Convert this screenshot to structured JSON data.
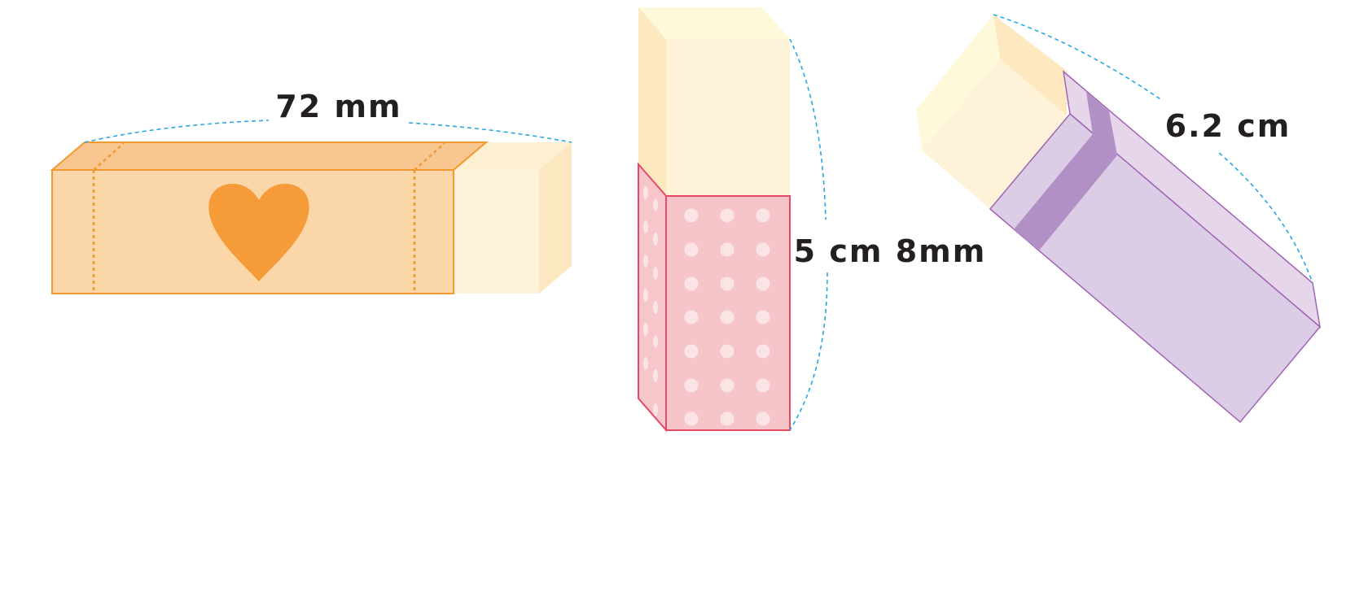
{
  "measurements": {
    "eraser_1_length": "72 mm",
    "eraser_2_length": "5 cm 8mm",
    "eraser_3_length": "6.2 cm"
  }
}
